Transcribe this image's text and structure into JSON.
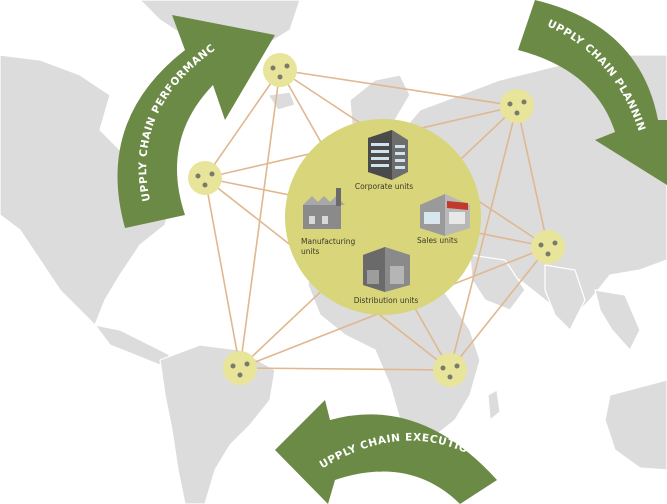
{
  "cycle": {
    "performance_label": "SUPPLY CHAIN PERFORMANCE",
    "planning_label": "SUPPLY CHAIN PLANNING",
    "execution_label": "SUPPLY CHAIN EXECUTION"
  },
  "hub": {
    "corporate_label": "Corporate units",
    "manufacturing_line1": "Manufacturing",
    "manufacturing_line2": "units",
    "sales_label": "Sales units",
    "distribution_label": "Distribution units"
  },
  "colors": {
    "arrow_green": "#6b8a45",
    "hub_yellow": "#d9d57a",
    "node_yellow": "#e8e49a",
    "link_tan": "#e0b890",
    "land_gray": "#dcdcdc",
    "border_white": "#ffffff"
  },
  "icons": [
    "office-building-icon",
    "factory-icon",
    "shop-icon",
    "warehouse-icon"
  ]
}
